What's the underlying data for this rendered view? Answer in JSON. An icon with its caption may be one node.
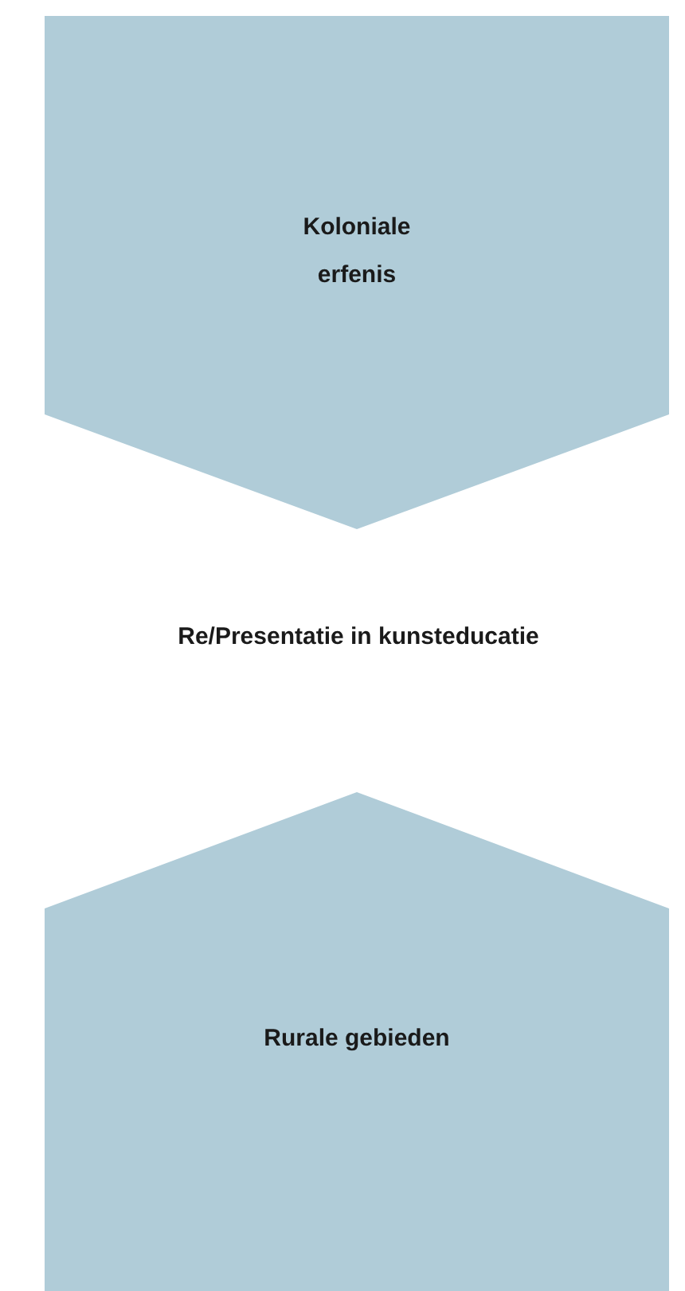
{
  "diagram": {
    "nodes": [
      {
        "text": [
          "Koloniale erfenis"
        ]
      },
      {
        "text": [
          "Rurale gebieden"
        ]
      }
    ],
    "labels": [
      "Re/Presentatie in kunsteducatie"
    ]
  }
}
